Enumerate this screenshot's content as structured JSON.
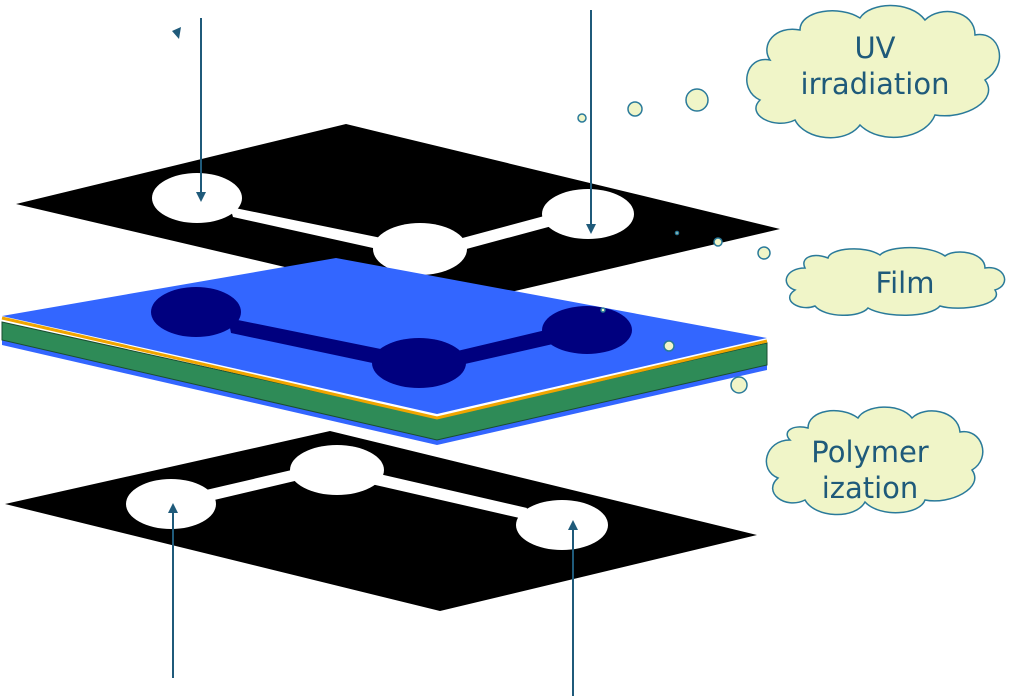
{
  "labels": {
    "uv_line1": "UV",
    "uv_line2": "irradiation",
    "film": "Film",
    "poly_line1": "Polymer",
    "poly_line2": "ization"
  },
  "colors": {
    "mask": "#000000",
    "hole": "#ffffff",
    "film_top": "#3366ff",
    "film_pattern": "#00007f",
    "film_middle": "#2e8b57",
    "film_edge": "#f0a500",
    "film_bottom": "#3366ff",
    "arrow": "#1f5a7a",
    "cloud_fill": "#f0f5c8",
    "cloud_stroke": "#2a7a9a",
    "text": "#1f5a7a"
  }
}
